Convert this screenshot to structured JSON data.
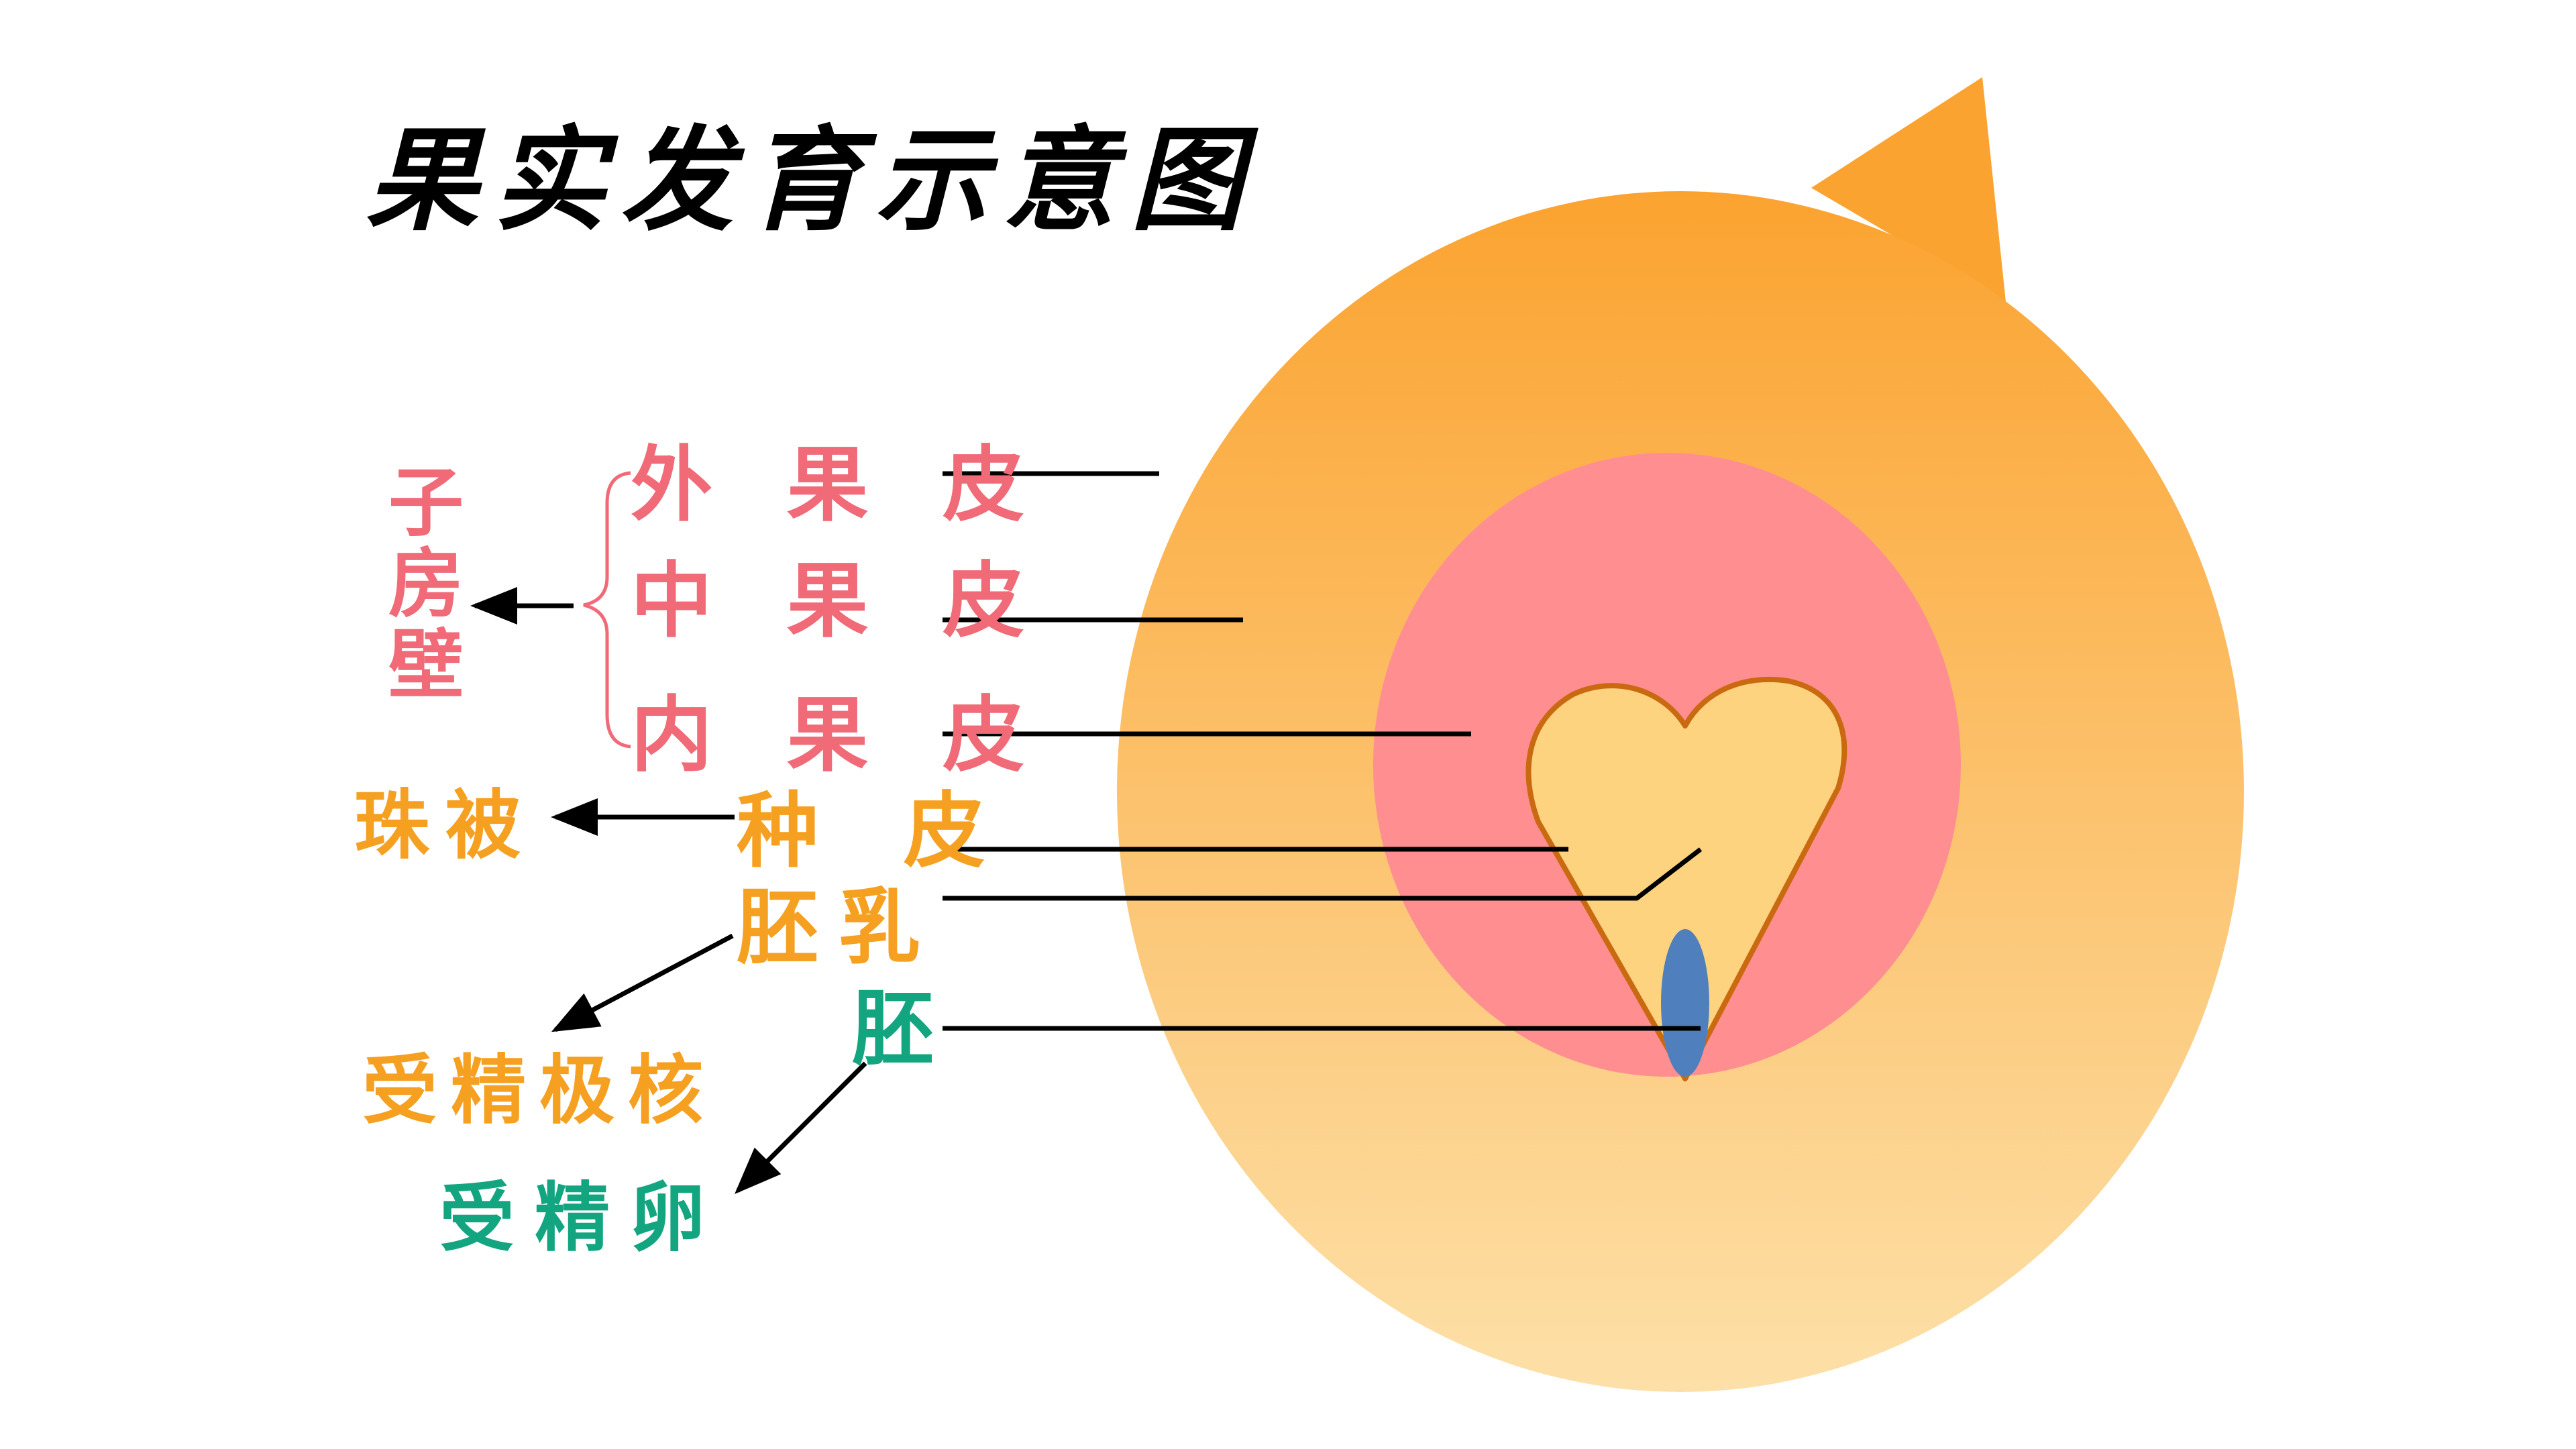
{
  "title": "果实发育示意图",
  "ovary_wall_parts": {
    "exocarp": "外 果 皮",
    "mesocarp": "中 果 皮",
    "endocarp": "内 果 皮",
    "origin": "子房壁"
  },
  "seed_parts": {
    "seed_coat": "种 皮",
    "seed_coat_origin": "珠被",
    "endosperm": "胚乳",
    "endosperm_origin": "受精极核",
    "embryo": "胚",
    "embryo_origin": "受精卵"
  },
  "colors": {
    "fruit_outer_top": "#fba330",
    "fruit_outer_bottom": "#fde0a8",
    "fruit_middle": "#ff8e91",
    "seed_fill": "#fed380",
    "seed_outline": "#c96a10",
    "embryo": "#4f80bd",
    "label_pink": "#f06a78",
    "label_orange": "#f5a020",
    "label_green": "#12a57f",
    "line": "#000000"
  }
}
